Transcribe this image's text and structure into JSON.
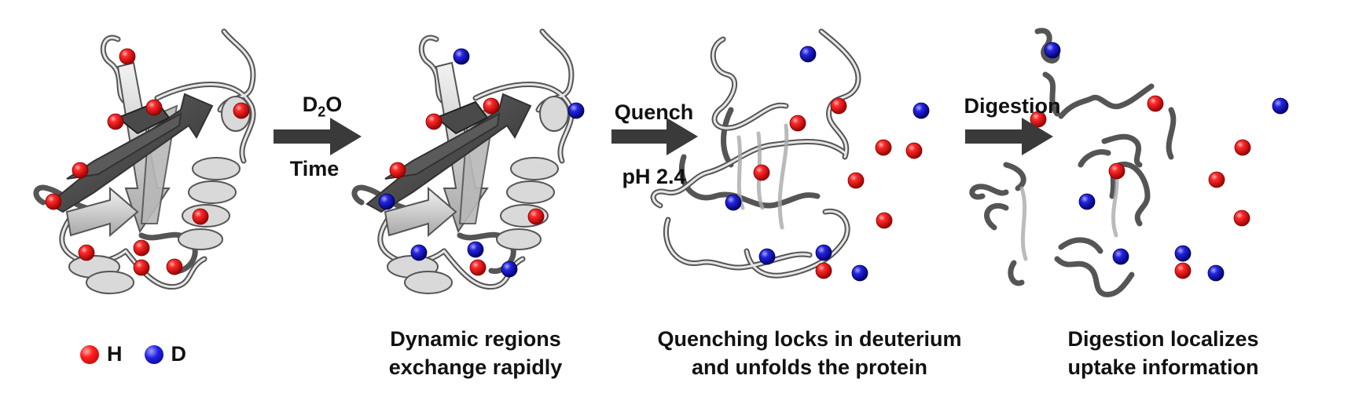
{
  "steps": [
    {
      "top": "D",
      "top_sub": "2",
      "top_tail": "O",
      "bottom": "Time"
    },
    {
      "top": "Quench",
      "bottom": "pH 2.4"
    },
    {
      "top": "Digestion",
      "bottom": ""
    }
  ],
  "captions": [
    {
      "line1": "Dynamic regions",
      "line2": "exchange rapidly"
    },
    {
      "line1": "Quenching locks in deuterium",
      "line2": "and unfolds the protein"
    },
    {
      "line1": "Digestion localizes",
      "line2": "uptake information"
    }
  ],
  "legend": {
    "h_label": "H",
    "d_label": "D"
  },
  "colors": {
    "hydrogen": "#e81818",
    "deuterium": "#1a1acc",
    "arrow": "#3a3a3a",
    "ribbon": "#c8c8c8",
    "ribbon_dark": "#4a4a4a"
  }
}
